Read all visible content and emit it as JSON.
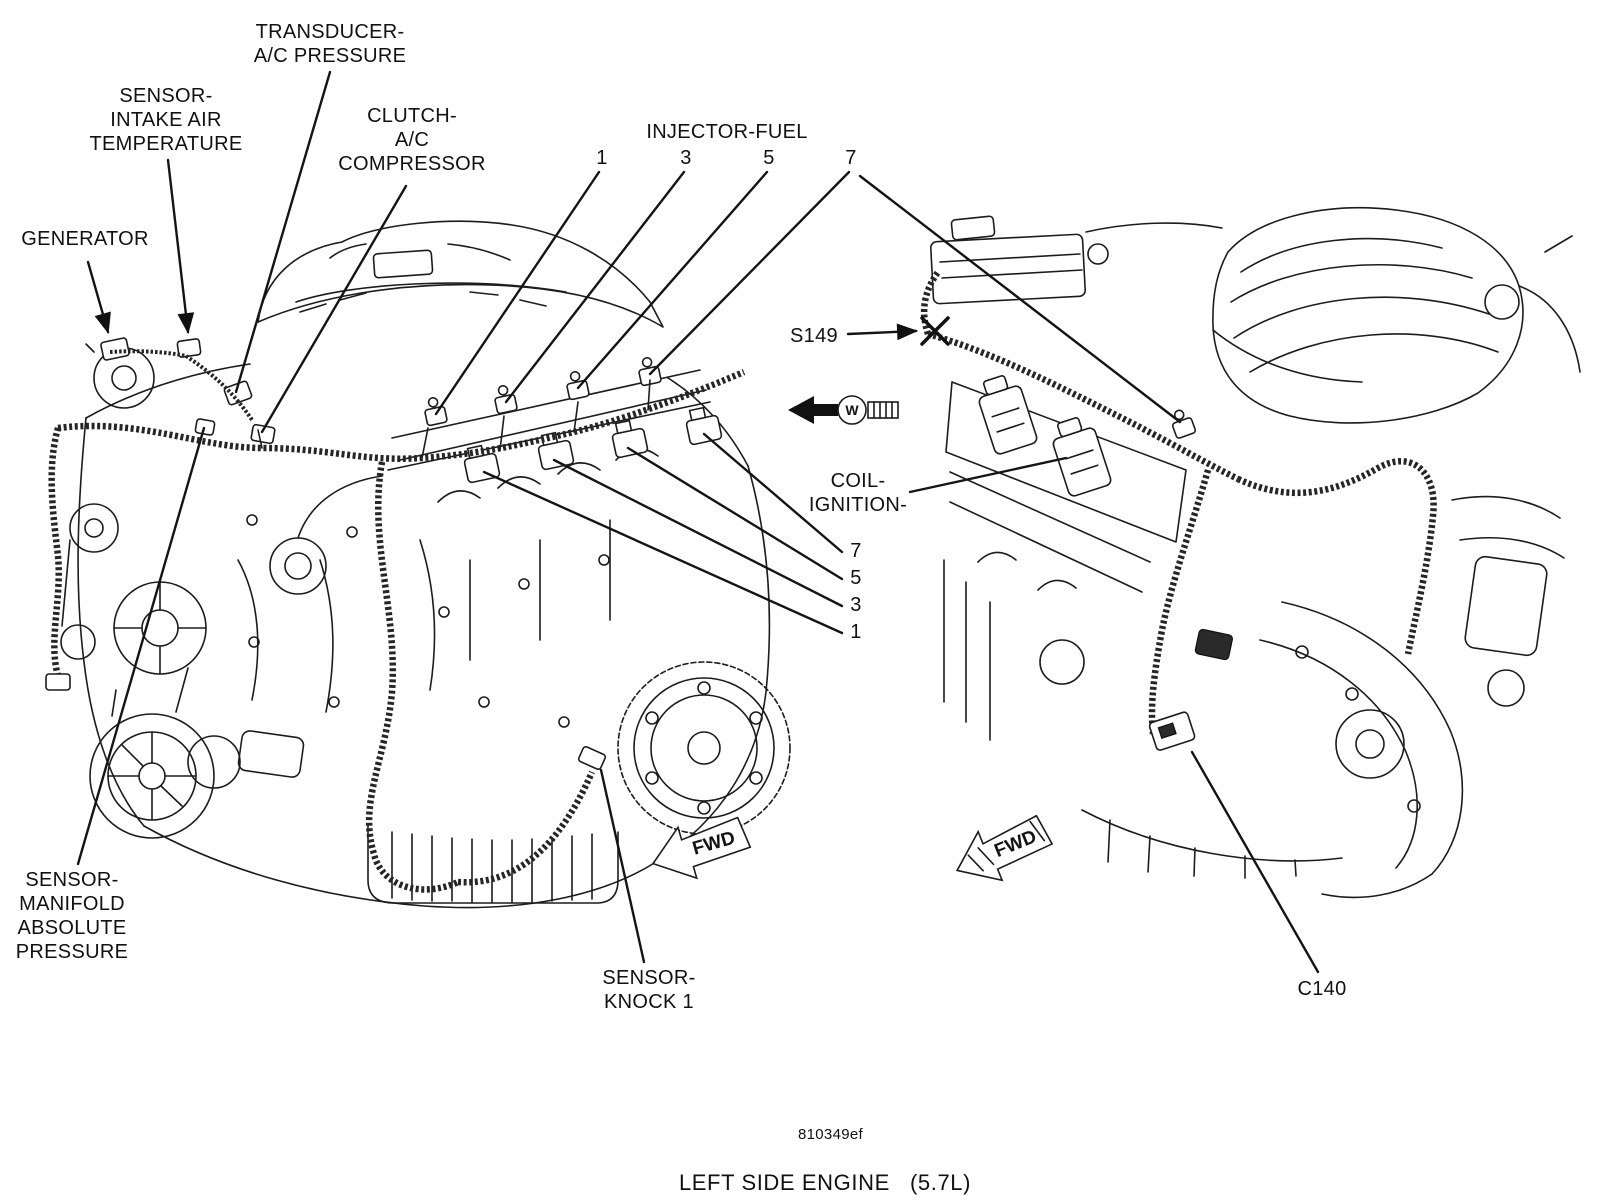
{
  "diagram": {
    "caption": "LEFT SIDE ENGINE   (5.7L)",
    "figure_code": "810349ef",
    "labels": {
      "transducer_ac_pressure": "TRANSDUCER-\nA/C PRESSURE",
      "sensor_intake_air_temperature": "SENSOR-\nINTAKE AIR\nTEMPERATURE",
      "clutch_ac_compressor": "CLUTCH-\nA/C\nCOMPRESSOR",
      "generator": "GENERATOR",
      "injector_fuel": "INJECTOR-FUEL",
      "injector_numbers": [
        "1",
        "3",
        "5",
        "7"
      ],
      "splice_s149": "S149",
      "coil_ignition": "COIL-\nIGNITION-",
      "coil_numbers": [
        "7",
        "5",
        "3",
        "1"
      ],
      "sensor_manifold_absolute_pressure": "SENSOR-\nMANIFOLD\nABSOLUTE\nPRESSURE",
      "sensor_knock_1": "SENSOR-\nKNOCK 1",
      "connector_c140": "C140",
      "fwd": "FWD",
      "direction_w": "W"
    },
    "colors": {
      "ink": "#111111",
      "background": "#ffffff"
    }
  }
}
